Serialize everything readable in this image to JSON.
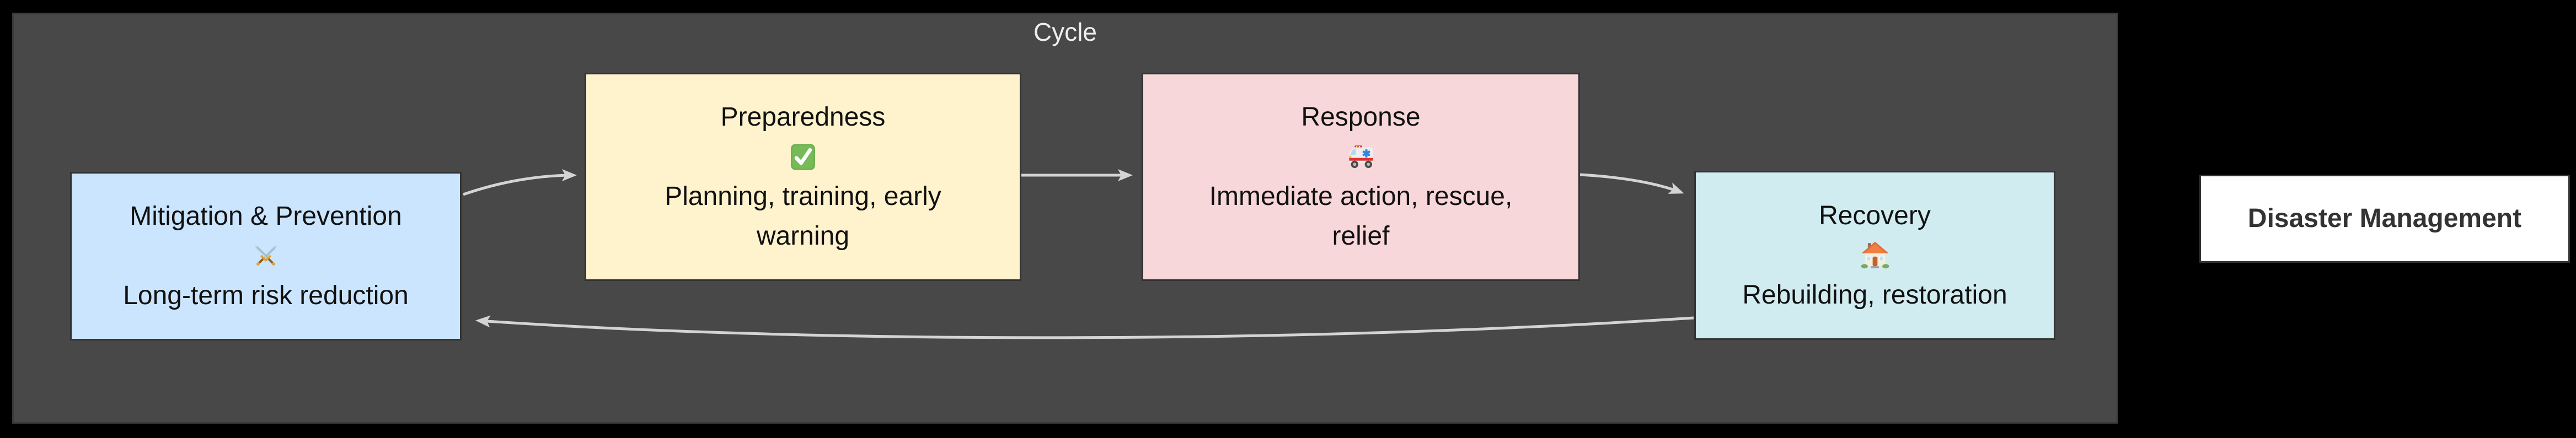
{
  "diagram": {
    "type": "flowchart",
    "cluster": {
      "label": "Cycle"
    },
    "nodes": [
      {
        "id": "mitigation",
        "title": "Mitigation & Prevention",
        "icon": "crossed-swords-icon",
        "emoji": "⚔️",
        "desc_lines": [
          "Long-term risk reduction"
        ],
        "fill": "#cce5ff"
      },
      {
        "id": "preparedness",
        "title": "Preparedness",
        "icon": "check-mark-icon",
        "emoji": "✅",
        "desc_lines": [
          "Planning, training, early",
          "warning"
        ],
        "fill": "#fff3cd"
      },
      {
        "id": "response",
        "title": "Response",
        "icon": "ambulance-icon",
        "emoji": "🚑",
        "desc_lines": [
          "Immediate action, rescue,",
          "relief"
        ],
        "fill": "#f8d7da"
      },
      {
        "id": "recovery",
        "title": "Recovery",
        "icon": "house-icon",
        "emoji": "🏠",
        "desc_lines": [
          "Rebuilding, restoration"
        ],
        "fill": "#d1ecf1"
      }
    ],
    "standalone_node": {
      "id": "management",
      "label": "Disaster Management",
      "fill": "#ffffff"
    },
    "edges": [
      {
        "from": "mitigation",
        "to": "preparedness"
      },
      {
        "from": "preparedness",
        "to": "response"
      },
      {
        "from": "response",
        "to": "recovery"
      },
      {
        "from": "recovery",
        "to": "mitigation"
      }
    ],
    "colors": {
      "background": "#000000",
      "cluster_fill": "#484848",
      "cluster_border": "#3a3a3a",
      "cluster_label_text": "#ededed",
      "node_border": "#333333",
      "text_dark": "#111111",
      "arrow": "#d4d4d4",
      "mitigation_fill": "#cce5ff",
      "preparedness_fill": "#fff3cd",
      "response_fill": "#f8d7da",
      "recovery_fill": "#d1ecf1",
      "management_fill": "#ffffff",
      "management_text": "#333333"
    }
  }
}
